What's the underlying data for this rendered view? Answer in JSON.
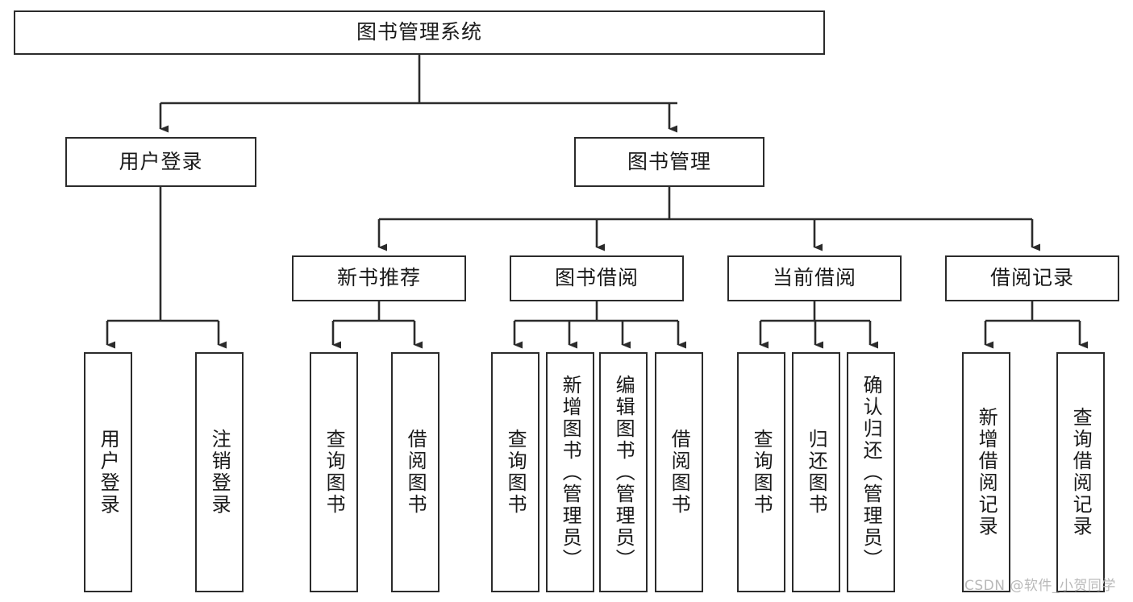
{
  "diagram": {
    "type": "tree-hierarchy",
    "title": "图书管理系统",
    "orientation": "top-down",
    "line_color": "#2b2b2b",
    "box_fill": "#ffffff",
    "text_color": "#1a1a1a"
  },
  "root": {
    "label": "图书管理系统"
  },
  "level2": [
    {
      "label": "用户登录"
    },
    {
      "label": "图书管理"
    }
  ],
  "level3": [
    {
      "label": "新书推荐"
    },
    {
      "label": "图书借阅"
    },
    {
      "label": "当前借阅"
    },
    {
      "label": "借阅记录"
    }
  ],
  "leaves": {
    "user_login": [
      {
        "label": "用户登录"
      },
      {
        "label": "注销登录"
      }
    ],
    "new_book_recommend": [
      {
        "label": "查询图书"
      },
      {
        "label": "借阅图书"
      }
    ],
    "book_borrow": [
      {
        "label": "查询图书"
      },
      {
        "label": "新增图书（管理员）"
      },
      {
        "label": "编辑图书（管理员）"
      },
      {
        "label": "借阅图书"
      }
    ],
    "current_borrow": [
      {
        "label": "查询图书"
      },
      {
        "label": "归还图书"
      },
      {
        "label": "确认归还（管理员）"
      }
    ],
    "borrow_record": [
      {
        "label": "新增借阅记录"
      },
      {
        "label": "查询借阅记录"
      }
    ]
  },
  "watermark": {
    "text": "CSDN @软件_小贺同学"
  }
}
